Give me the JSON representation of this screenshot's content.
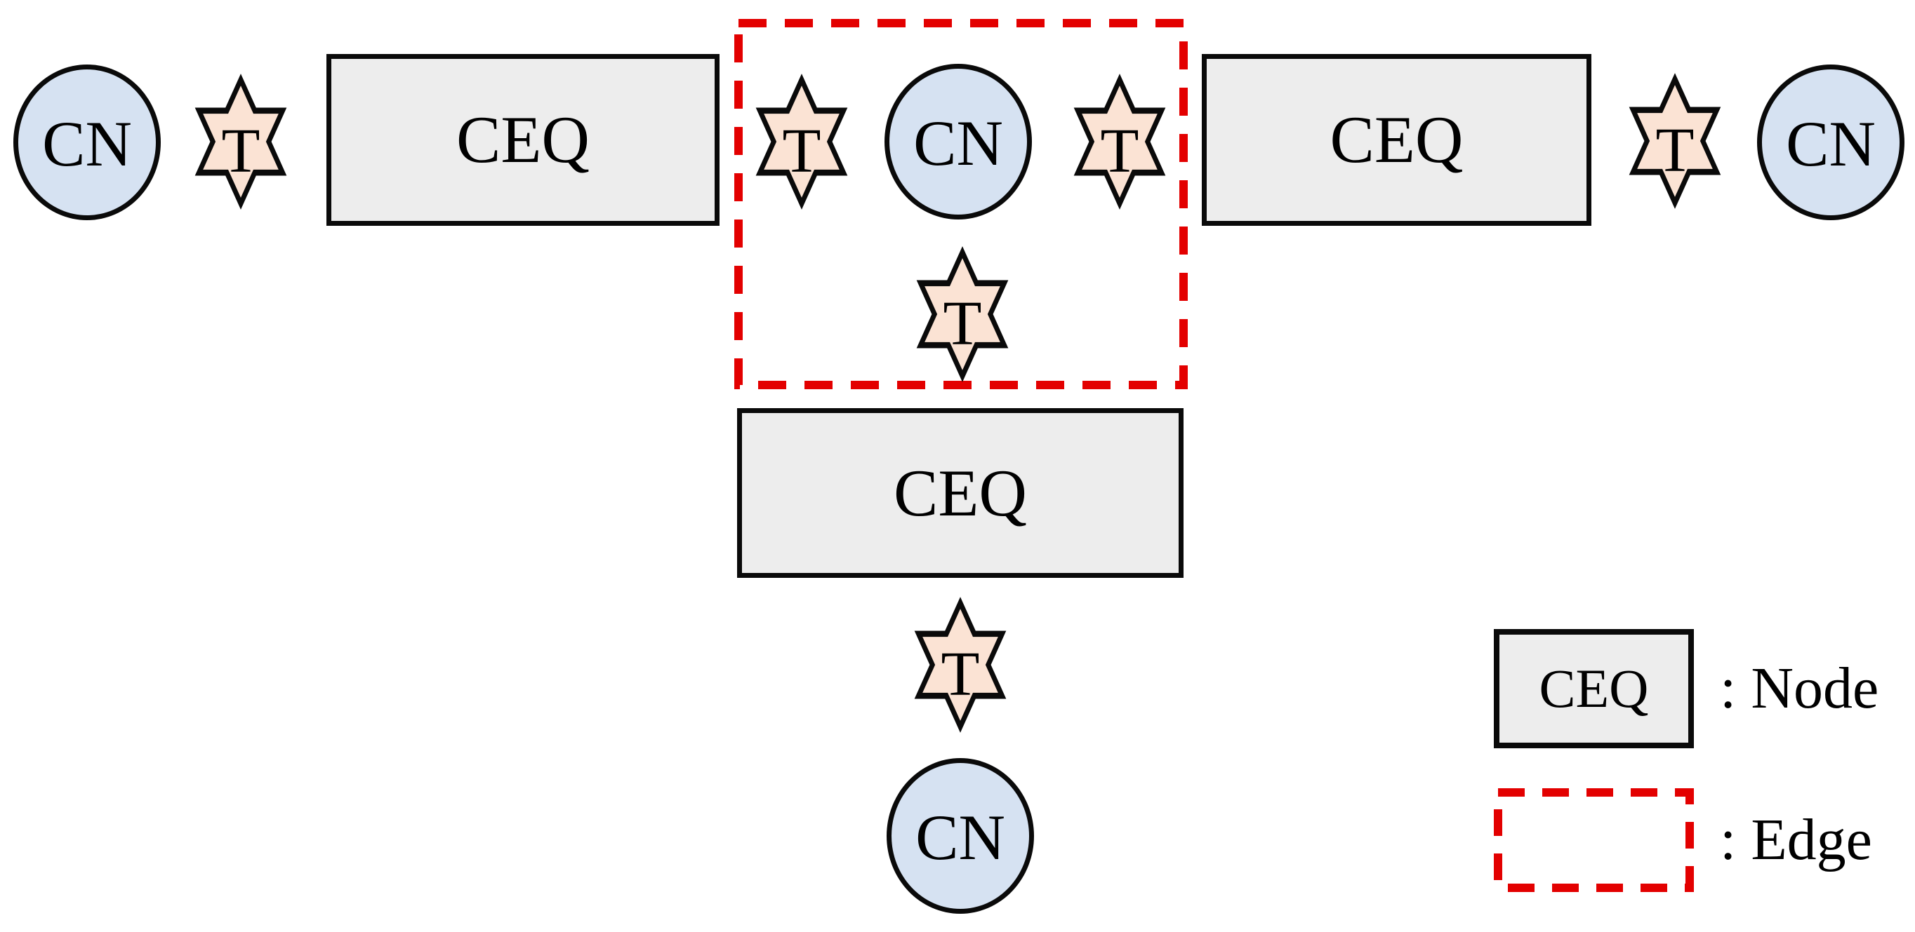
{
  "figure": {
    "type": "network-topology-diagram",
    "description_visible_structure": "Horizontal chain CN-T-CEQ-T-CN-T-CEQ-T-CN with the middle CN and its three adjacent T stars enclosed in a red dashed box; a vertical chain T-CEQ-T-CN descends from the middle CN.",
    "node_labels": {
      "cn": "CN",
      "t": "T",
      "ceq": "CEQ"
    },
    "nodes": {
      "top_row": [
        {
          "label": "CN",
          "shape": "circle"
        },
        {
          "label": "T",
          "shape": "star"
        },
        {
          "label": "CEQ",
          "shape": "rect"
        },
        {
          "label": "T",
          "shape": "star"
        },
        {
          "label": "CN",
          "shape": "circle"
        },
        {
          "label": "T",
          "shape": "star"
        },
        {
          "label": "CEQ",
          "shape": "rect"
        },
        {
          "label": "T",
          "shape": "star"
        },
        {
          "label": "CN",
          "shape": "circle"
        }
      ],
      "center_column": [
        {
          "label": "T",
          "shape": "star"
        },
        {
          "label": "CEQ",
          "shape": "rect"
        },
        {
          "label": "T",
          "shape": "star"
        },
        {
          "label": "CN",
          "shape": "circle"
        }
      ]
    }
  },
  "legend": {
    "node": {
      "symbol": "CEQ",
      "label": ": Node"
    },
    "edge": {
      "label": ": Edge"
    }
  },
  "colors": {
    "cn_fill": "#d6e2f2",
    "t_fill": "#fbe3d4",
    "ceq_fill": "#ededed",
    "outline": "#0a0a0a",
    "edge_dash_red": "#e30000"
  }
}
